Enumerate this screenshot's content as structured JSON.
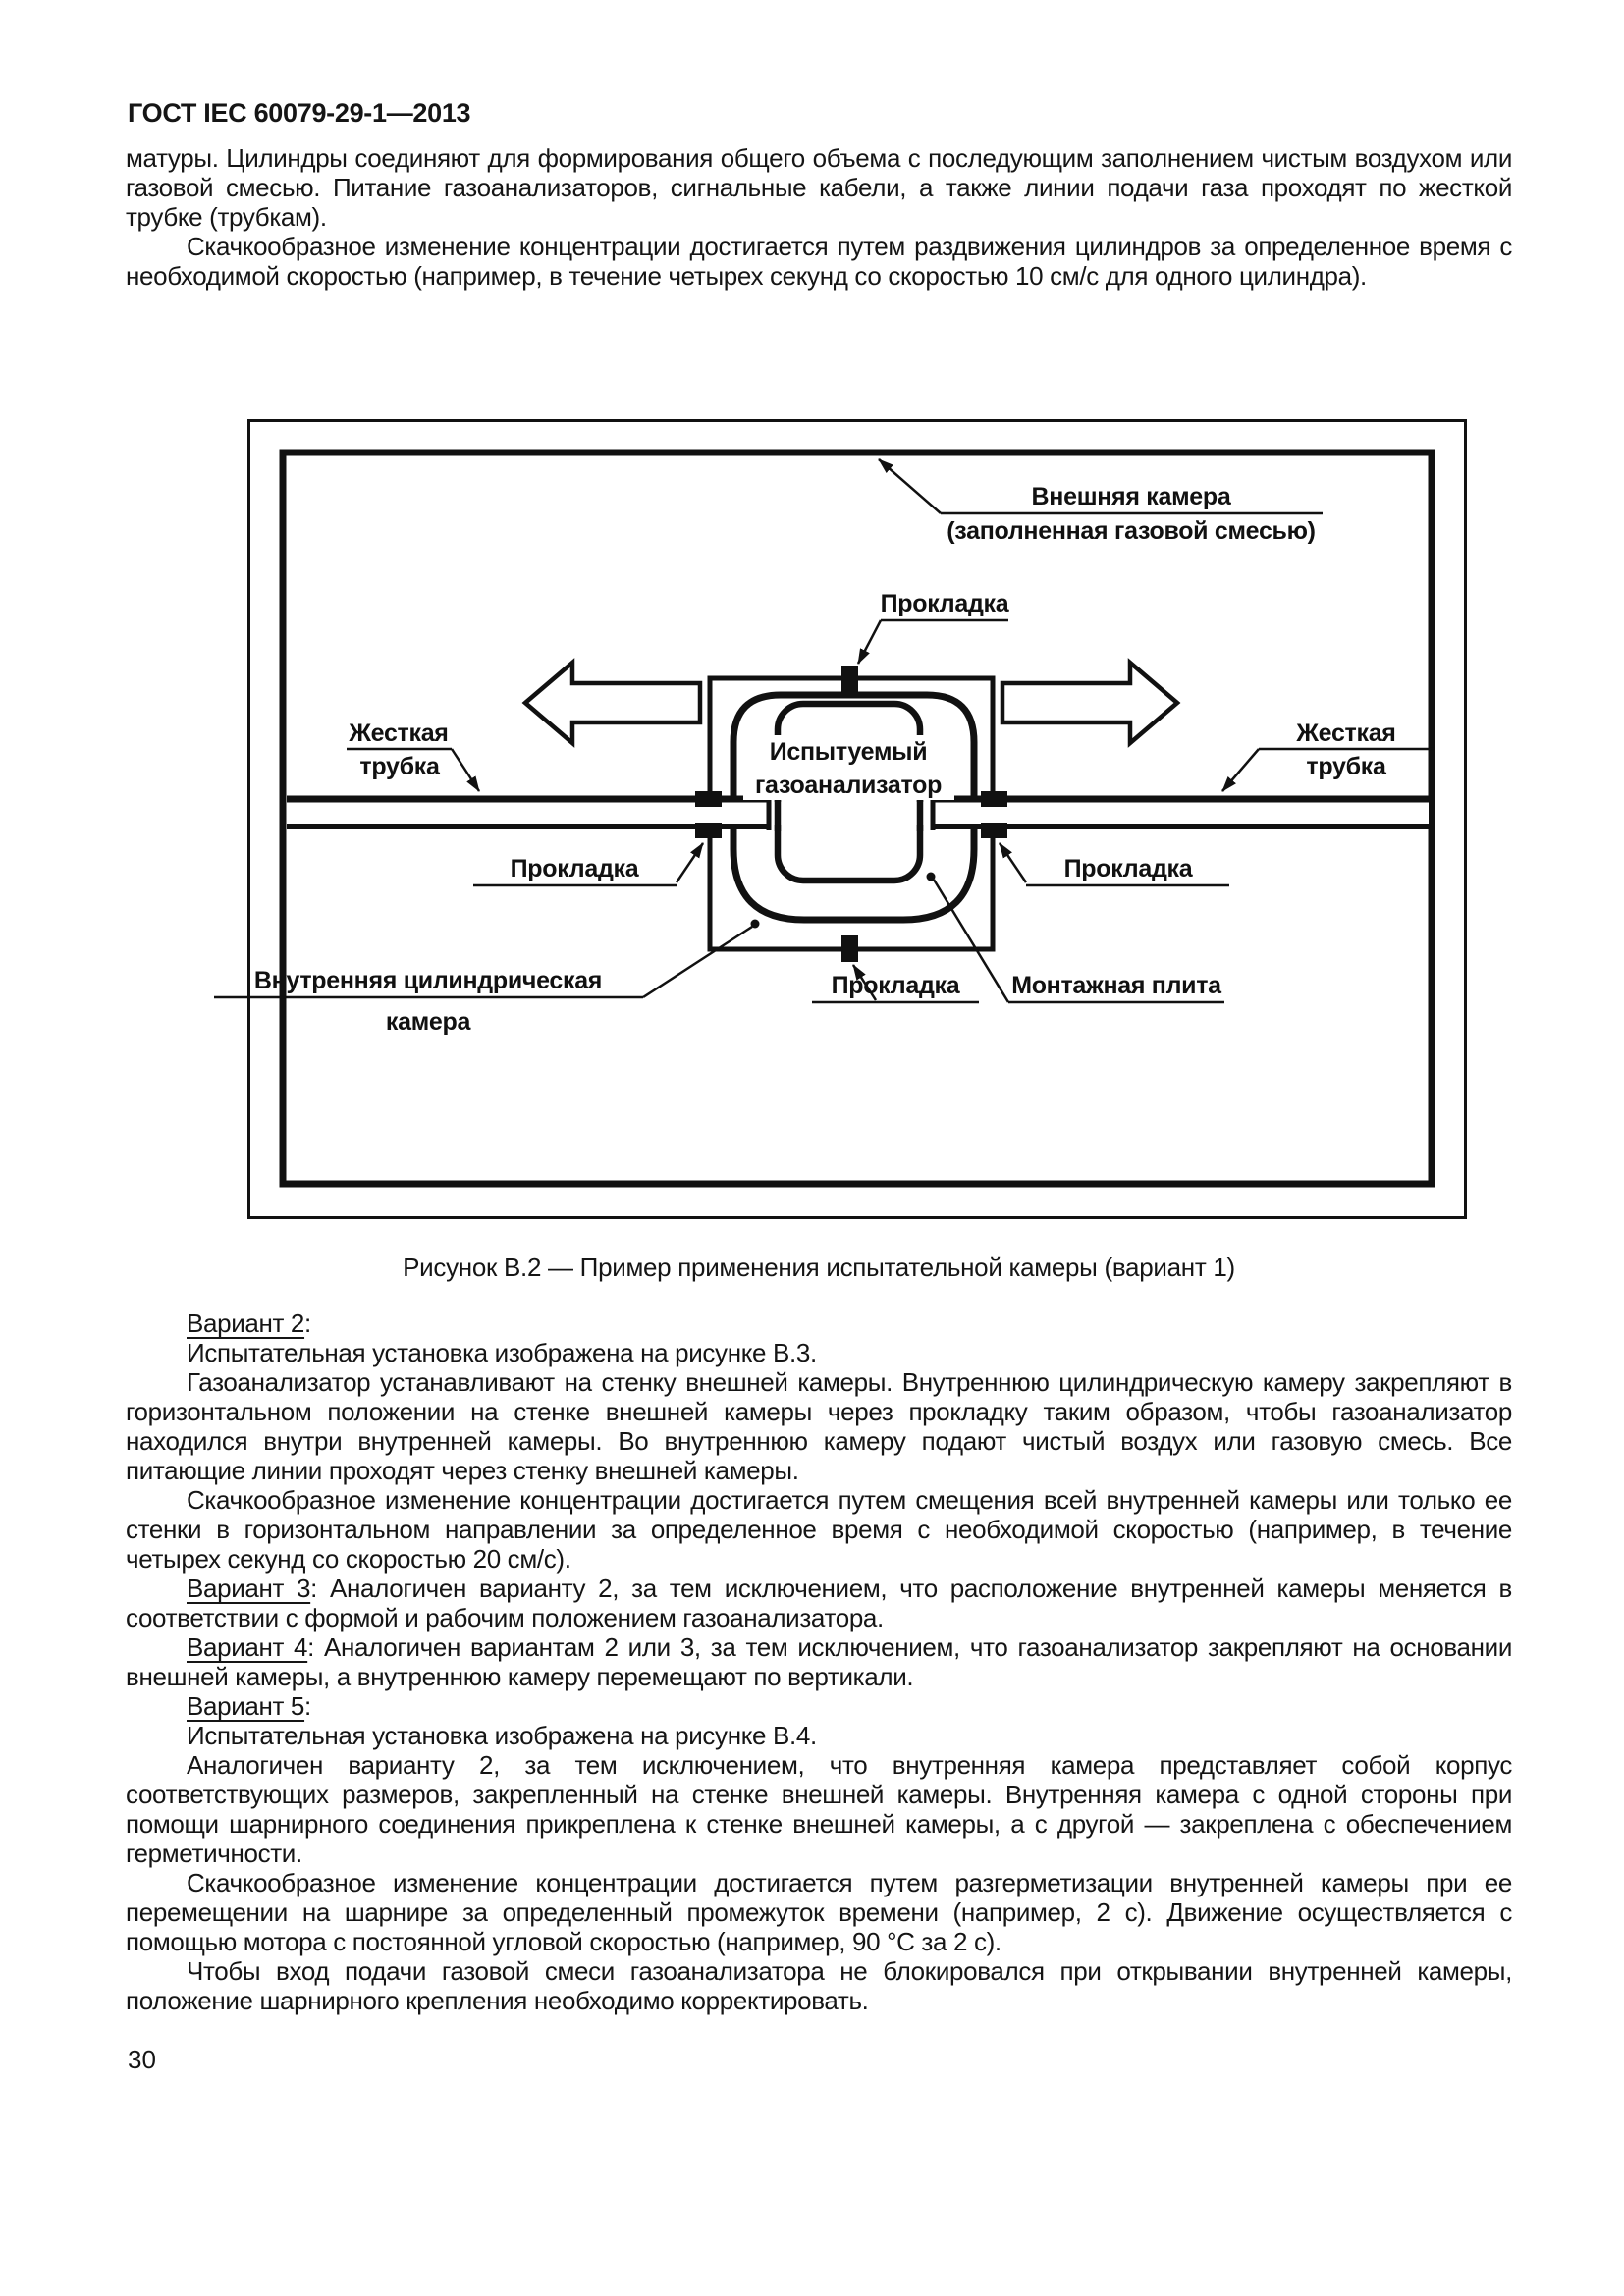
{
  "page": {
    "header": "ГОСТ IEC 60079-29-1—2013",
    "page_number": "30"
  },
  "intro": {
    "p1": "матуры. Цилиндры соединяют для формирования общего объема с последующим заполнением чистым воздухом или газовой смесью. Питание газоанализаторов, сигнальные кабели, а также линии подачи газа проходят по жесткой трубке (трубкам).",
    "p2": "Скачкообразное изменение концентрации достигается путем раздвижения цилиндров за определенное время с необходимой скоростью (например, в течение четырех секунд со скоростью 10 см/с для одного цилиндра)."
  },
  "figure": {
    "caption": "Рисунок В.2 — Пример применения испытательной камеры (вариант 1)",
    "labels": {
      "outer_chamber_1": "Внешняя камера",
      "outer_chamber_2": "(заполненная газовой смесью)",
      "gasket": "Прокладка",
      "rigid_tube_1": "Жесткая",
      "rigid_tube_2": "трубка",
      "analyzer_1": "Испытуемый",
      "analyzer_2": "газоанализатор",
      "inner_chamber_1": "Внутренняя цилиндрическая",
      "inner_chamber_2": "камера",
      "mounting_plate": "Монтажная плита"
    }
  },
  "variants": {
    "paragraphs": [
      {
        "u": "Вариант 2",
        "t": ":"
      },
      {
        "u": "",
        "t": "Испытательная установка изображена на рисунке В.3."
      },
      {
        "u": "",
        "t": "Газоанализатор устанавливают на стенку внешней камеры. Внутреннюю цилиндрическую камеру закрепляют в горизонтальном положении на стенке внешней камеры через прокладку таким образом, чтобы газоанализатор находился внутри внутренней камеры. Во внутреннюю камеру подают чистый воздух или газовую смесь. Все питающие линии проходят через стенку внешней камеры."
      },
      {
        "u": "",
        "t": "Скачкообразное изменение концентрации достигается путем смещения всей внутренней камеры или только ее стенки в горизонтальном направлении за определенное время с необходимой скоростью (например, в течение четырех секунд со скоростью 20 см/с)."
      },
      {
        "u": "Вариант 3",
        "t": ": Аналогичен варианту 2, за тем исключением, что расположение внутренней камеры меняется в соответствии с формой и рабочим положением газоанализатора."
      },
      {
        "u": "Вариант 4",
        "t": ": Аналогичен вариантам 2 или 3, за тем исключением, что газоанализатор закрепляют на основании внешней камеры, а внутреннюю камеру перемещают по вертикали."
      },
      {
        "u": "Вариант 5",
        "t": ":"
      },
      {
        "u": "",
        "t": "Испытательная установка изображена на рисунке В.4."
      },
      {
        "u": "",
        "t": "Аналогичен варианту 2, за тем исключением, что внутренняя камера представляет собой корпус соответствующих размеров, закрепленный на стенке внешней камеры. Внутренняя камера с одной стороны при помощи шарнирного соединения прикреплена к стенке внешней камеры, а с другой — закреплена с обеспечением герметичности."
      },
      {
        "u": "",
        "t": "Скачкообразное изменение концентрации достигается путем разгерметизации внутренней камеры при ее перемещении на шарнире за определенный промежуток времени (например, 2 с). Движение осуществляется с помощью мотора с постоянной угловой скоростью (например, 90 °С за 2 с)."
      },
      {
        "u": "",
        "t": "Чтобы вход подачи газовой смеси газоанализатора не блокировался при открывании внутренней камеры, положение шарнирного крепления необходимо корректировать."
      }
    ]
  }
}
